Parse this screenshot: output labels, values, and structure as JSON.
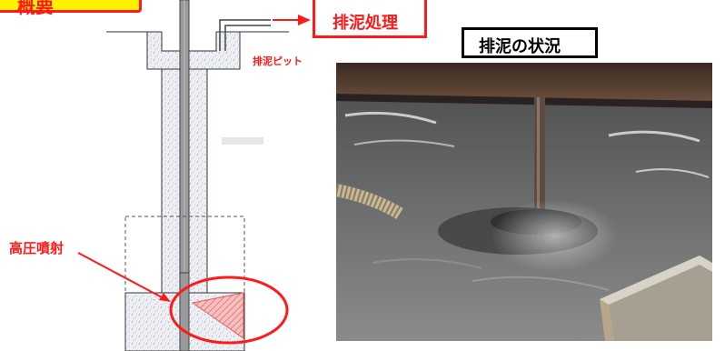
{
  "header": {
    "title_label": "概要"
  },
  "labels": {
    "sludge_treatment": "排泥処理",
    "sludge_status": "排泥の状況",
    "sludge_pit": "排泥ピット",
    "high_pressure_jet": "高圧噴射"
  },
  "colors": {
    "accent_red": "#ff1a1a",
    "highlight_yellow": "#fff200",
    "grout_fill": "#e8ebf2",
    "jet_fill": "#f4a0a0"
  },
  "photo": {
    "subject": "sludge-slurry-photo"
  }
}
